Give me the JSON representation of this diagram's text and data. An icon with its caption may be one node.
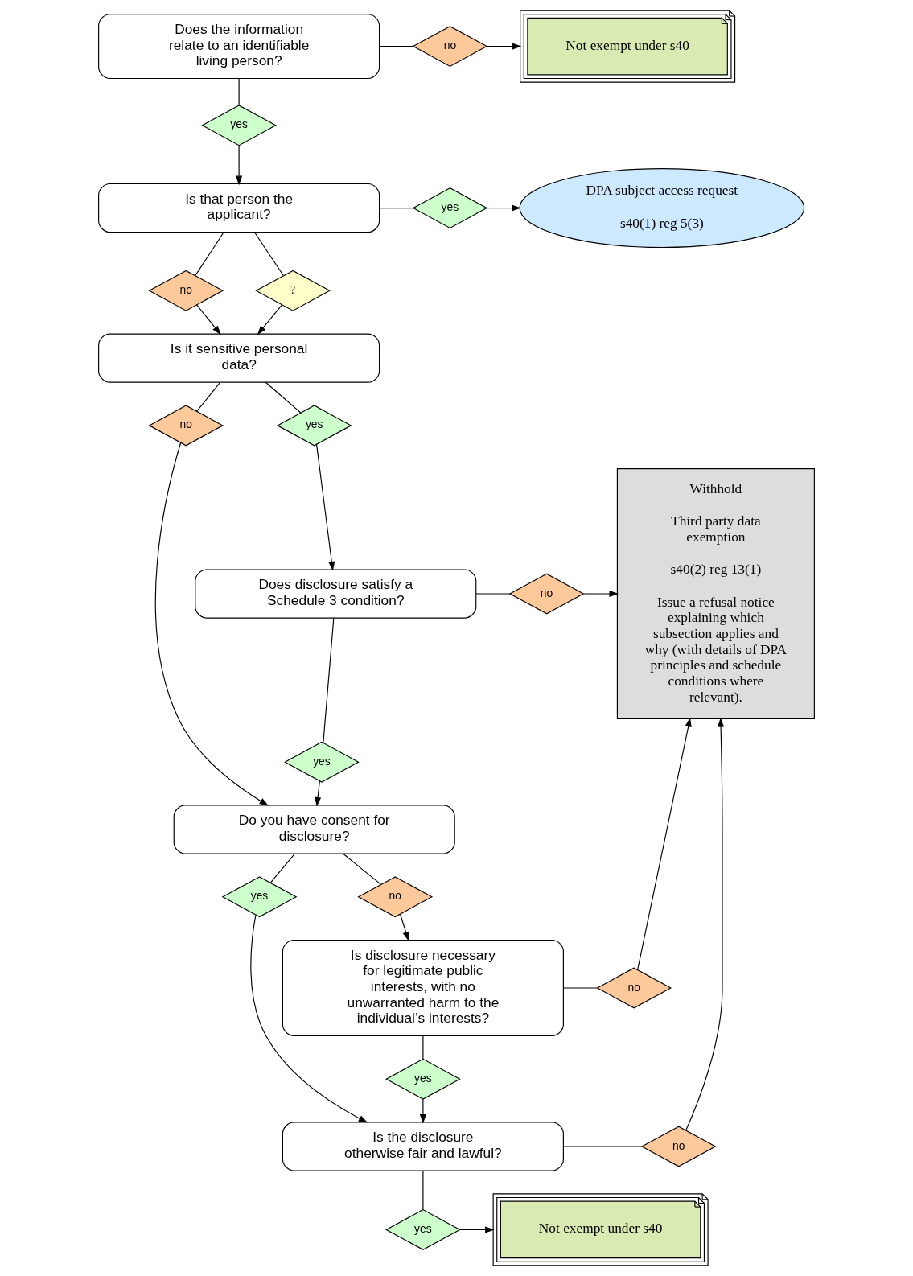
{
  "diagram": {
    "nodes": [
      {
        "text": [
          "Does the information relate to an identifiable living person?"
        ]
      },
      {
        "text": [
          "no"
        ]
      },
      {
        "text": [
          "Not exempt under s40"
        ]
      },
      {
        "text": [
          "yes"
        ]
      },
      {
        "text": [
          "Is that person the applicant?"
        ]
      },
      {
        "text": [
          "yes"
        ]
      },
      {
        "text": [
          "DPA subject access request",
          "s40(1) reg 5(3)"
        ]
      },
      {
        "text": [
          "no"
        ]
      },
      {
        "text": [
          "?"
        ]
      },
      {
        "text": [
          "Is it sensitive personal data?"
        ]
      },
      {
        "text": [
          "no"
        ]
      },
      {
        "text": [
          "yes"
        ]
      },
      {
        "text": [
          "Does disclosure satisfy a Schedule 3 condition?"
        ]
      },
      {
        "text": [
          "no"
        ]
      },
      {
        "text": [
          "Withhold",
          "Third party data exemption",
          "s40(2) reg 13(1)",
          "Issue a refusal notice explaining which subsection applies and why (with details of DPA principles and schedule conditions where relevant)."
        ]
      },
      {
        "text": [
          "yes"
        ]
      },
      {
        "text": [
          "Do you have consent for disclosure?"
        ]
      },
      {
        "text": [
          "yes"
        ]
      },
      {
        "text": [
          "no"
        ]
      },
      {
        "text": [
          "Is disclosure necessary for legitimate public interests, with no unwarranted harm to the individual’s interests?"
        ]
      },
      {
        "text": [
          "no"
        ]
      },
      {
        "text": [
          "yes"
        ]
      },
      {
        "text": [
          "Is the disclosure otherwise fair and lawful?"
        ]
      },
      {
        "text": [
          "no"
        ]
      },
      {
        "text": [
          "Not exempt under s40"
        ]
      },
      {
        "text": [
          "yes"
        ]
      }
    ],
    "edges": [
      {
        "from": 0,
        "to": 1,
        "arrow": "none"
      },
      {
        "from": 1,
        "to": 2,
        "arrow": "to"
      },
      {
        "from": 0,
        "to": 3,
        "arrow": "none"
      },
      {
        "from": 3,
        "to": 4,
        "arrow": "to"
      },
      {
        "from": 4,
        "to": 5,
        "arrow": "none"
      },
      {
        "from": 5,
        "to": 6,
        "arrow": "to"
      },
      {
        "from": 4,
        "to": 7,
        "arrow": "none"
      },
      {
        "from": 4,
        "to": 8,
        "arrow": "none"
      },
      {
        "from": 7,
        "to": 9,
        "arrow": "to"
      },
      {
        "from": 8,
        "to": 9,
        "arrow": "to"
      },
      {
        "from": 9,
        "to": 10,
        "arrow": "none"
      },
      {
        "from": 9,
        "to": 11,
        "arrow": "none"
      },
      {
        "from": 10,
        "to": 16,
        "arrow": "to"
      },
      {
        "from": 11,
        "to": 12,
        "arrow": "to"
      },
      {
        "from": 12,
        "to": 13,
        "arrow": "none"
      },
      {
        "from": 13,
        "to": 14,
        "arrow": "to"
      },
      {
        "from": 12,
        "to": 15,
        "arrow": "none"
      },
      {
        "from": 15,
        "to": 16,
        "arrow": "to"
      },
      {
        "from": 16,
        "to": 17,
        "arrow": "none"
      },
      {
        "from": 16,
        "to": 18,
        "arrow": "none"
      },
      {
        "from": 17,
        "to": 22,
        "arrow": "to"
      },
      {
        "from": 18,
        "to": 19,
        "arrow": "to"
      },
      {
        "from": 19,
        "to": 20,
        "arrow": "none"
      },
      {
        "from": 20,
        "to": 14,
        "arrow": "to"
      },
      {
        "from": 19,
        "to": 21,
        "arrow": "none"
      },
      {
        "from": 21,
        "to": 22,
        "arrow": "to"
      },
      {
        "from": 22,
        "to": 23,
        "arrow": "none"
      },
      {
        "from": 23,
        "to": 14,
        "arrow": "to"
      },
      {
        "from": 22,
        "to": 25,
        "arrow": "none"
      },
      {
        "from": 25,
        "to": 24,
        "arrow": "to"
      }
    ]
  }
}
